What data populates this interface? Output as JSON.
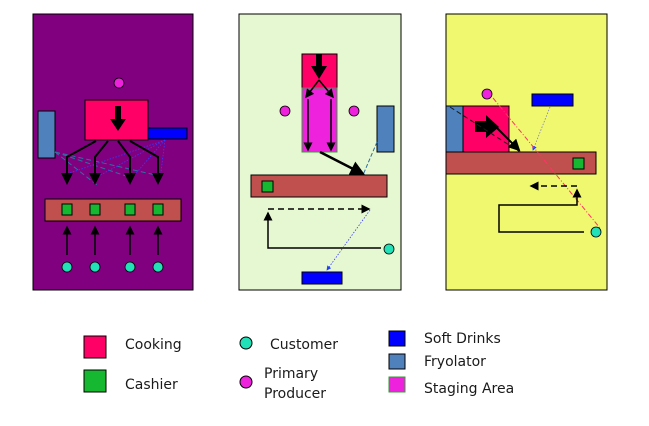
{
  "diagram": {
    "title": "Restaurant layout comparison",
    "panels": [
      {
        "name": "layout-1",
        "background": "#800080"
      },
      {
        "name": "layout-2",
        "background": "#e6f8d2"
      },
      {
        "name": "layout-3",
        "background": "#f0f870"
      }
    ]
  },
  "legend": {
    "items": [
      {
        "label": "Cooking",
        "color": "#ff0066",
        "shape": "square"
      },
      {
        "label": "Cashier",
        "color": "#16b832",
        "shape": "square"
      },
      {
        "label": "Customer",
        "color": "#22e0b8",
        "shape": "circle"
      },
      {
        "label_line1": "Primary",
        "label_line2": "Producer",
        "color": "#ee22dd",
        "shape": "circle"
      },
      {
        "label": "Soft Drinks",
        "color": "#0000ff",
        "shape": "square"
      },
      {
        "label": "Fryolator",
        "color": "#4f81bd",
        "shape": "square"
      },
      {
        "label": "Staging Area",
        "color": "#ee22dd",
        "shape": "square"
      }
    ]
  },
  "colors": {
    "cooking": "#ff0066",
    "cashier": "#16b832",
    "counter": "#c0504d",
    "customer": "#22e0b8",
    "producer": "#ee22dd",
    "soft_drinks": "#0000ff",
    "fryolator": "#4f81bd",
    "staging": "#ee22dd"
  }
}
